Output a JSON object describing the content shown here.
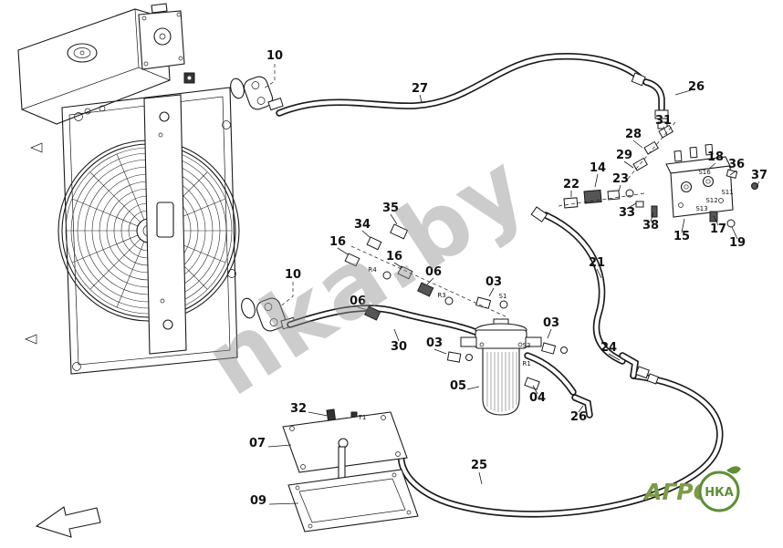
{
  "diagram": {
    "watermark": "nka.by",
    "callouts": {
      "c10_top": "10",
      "c27": "27",
      "c26_top": "26",
      "c31": "31",
      "c28": "28",
      "c29": "29",
      "c18": "18",
      "c36": "36",
      "c37": "37",
      "c14": "14",
      "c22": "22",
      "c23": "23",
      "c33": "33",
      "c38": "38",
      "c15": "15",
      "c17": "17",
      "c19": "19",
      "c35": "35",
      "c34": "34",
      "c16_left": "16",
      "c16_right": "16",
      "c06_top": "06",
      "c06_left": "06",
      "c03_top": "03",
      "c03_right": "03",
      "c03_left": "03",
      "c21": "21",
      "c10_bottom": "10",
      "c30": "30",
      "c24": "24",
      "c05": "05",
      "c04": "04",
      "c26_bottom": "26",
      "c32": "32",
      "c07": "07",
      "c09": "09",
      "c25": "25"
    },
    "port_labels": {
      "r4": "R4",
      "r3": "R3",
      "s1": "S1",
      "s3": "S3",
      "r1": "R1",
      "t1": "T1",
      "s16": "S16",
      "s11": "S11",
      "s12": "S12",
      "s13": "S13"
    },
    "logo": {
      "word": "АГРО",
      "circle_text": "НКА"
    },
    "colors": {
      "line": "#1a1a1a",
      "watermark_gray": "#8f8f8f",
      "logo_green": "#5d8f35"
    }
  }
}
